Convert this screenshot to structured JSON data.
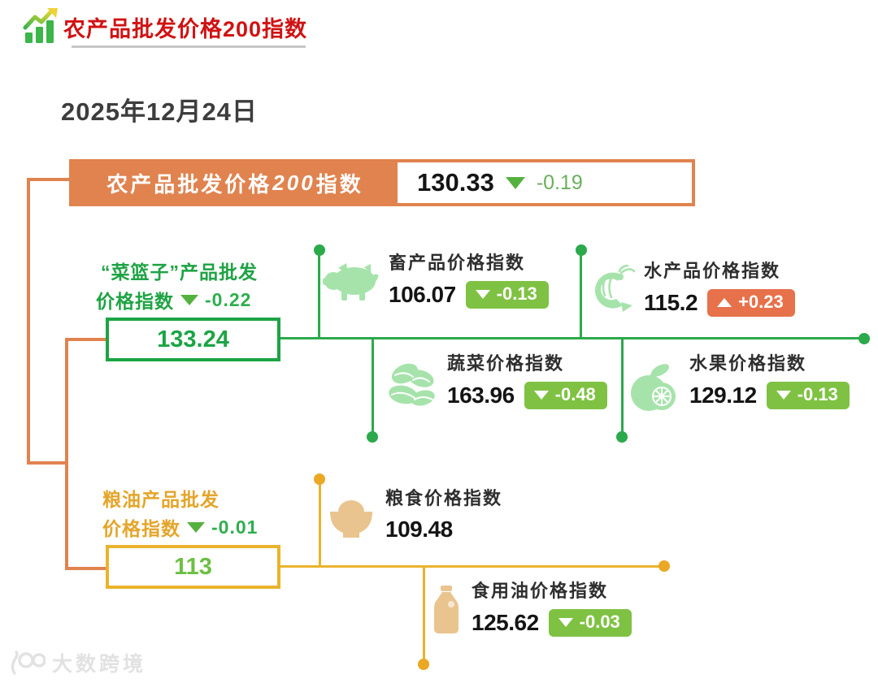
{
  "header": {
    "title": "农产品批发价格200指数"
  },
  "date": "2025年12月24日",
  "main_index": {
    "label_pre": "农产品批发价格",
    "label_num": "200",
    "label_suf": "指数",
    "value": "130.33",
    "change": "-0.19",
    "direction": "down"
  },
  "basket": {
    "title_line1": "“菜篮子”产品批发",
    "title_line2": "价格指数",
    "change": "-0.22",
    "direction": "down",
    "value": "133.24"
  },
  "grain_oil": {
    "title_line1": "粮油产品批发",
    "title_line2": "价格指数",
    "change": "-0.01",
    "direction": "down",
    "value": "113"
  },
  "sections": [
    {
      "label": "畜产品价格指数",
      "value": "106.07",
      "change": "-0.13",
      "direction": "down",
      "icon": "pig-icon"
    },
    {
      "label": "水产品价格指数",
      "value": "115.2",
      "change": "+0.23",
      "direction": "up",
      "icon": "shrimp-icon"
    },
    {
      "label": "蔬菜价格指数",
      "value": "163.96",
      "change": "-0.48",
      "direction": "down",
      "icon": "cabbage-icon"
    },
    {
      "label": "水果价格指数",
      "value": "129.12",
      "change": "-0.13",
      "direction": "down",
      "icon": "orange-icon"
    },
    {
      "label": "粮食价格指数",
      "value": "109.48",
      "change": null,
      "direction": "none",
      "icon": "rice-bowl-icon"
    },
    {
      "label": "食用油价格指数",
      "value": "125.62",
      "change": "-0.03",
      "direction": "down",
      "icon": "oil-bottle-icon"
    }
  ],
  "watermark": {
    "logo": "100",
    "text": "大数跨境"
  },
  "colors": {
    "title_red": "#d01212",
    "orange": "#e0834f",
    "green": "#2ca94b",
    "green_border": "#1ca444",
    "yellow": "#e9b32c",
    "badge_down": "#7fc243",
    "badge_up": "#e7714a",
    "change_green": "#68b05b",
    "light_green_icon": "#a6e3ab",
    "tan_icon": "#eac48f",
    "value_black": "#141414"
  }
}
